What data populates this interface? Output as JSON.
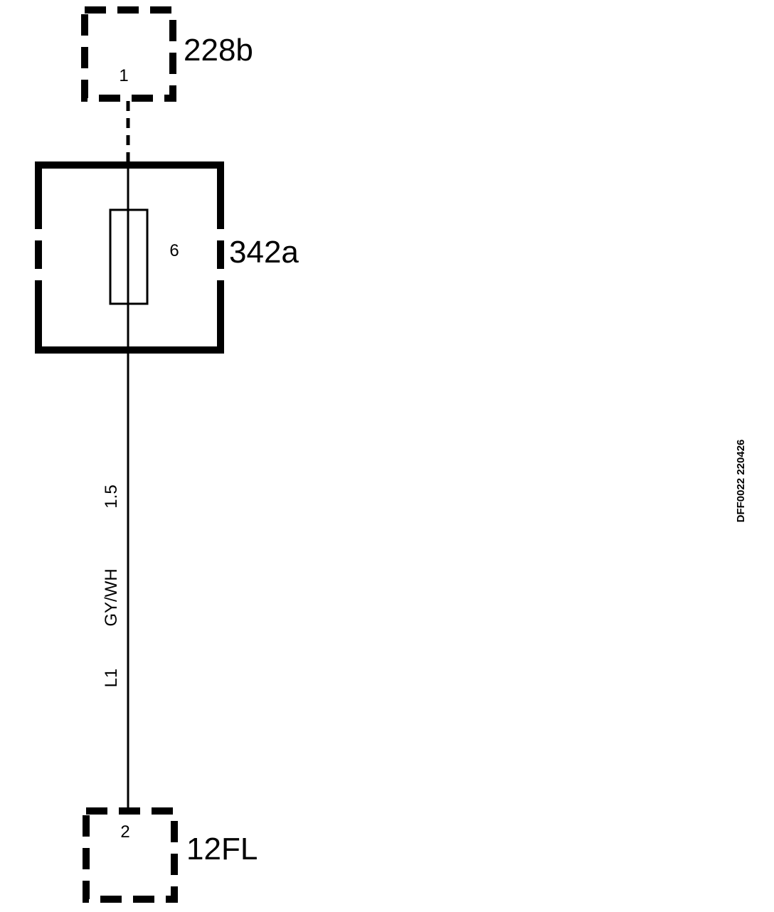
{
  "colors": {
    "ink": "#000000",
    "background": "#ffffff"
  },
  "components": {
    "top_connector": {
      "ref": "228b",
      "pin": "1"
    },
    "fuse_box": {
      "ref": "342a",
      "fuse_number": "6"
    },
    "bottom_connector": {
      "ref": "12FL",
      "pin": "2"
    }
  },
  "wire": {
    "circuit": "L1",
    "color_code": "GY/WH",
    "size": "1.5"
  },
  "drawing_reference": "DFF0022 220426"
}
